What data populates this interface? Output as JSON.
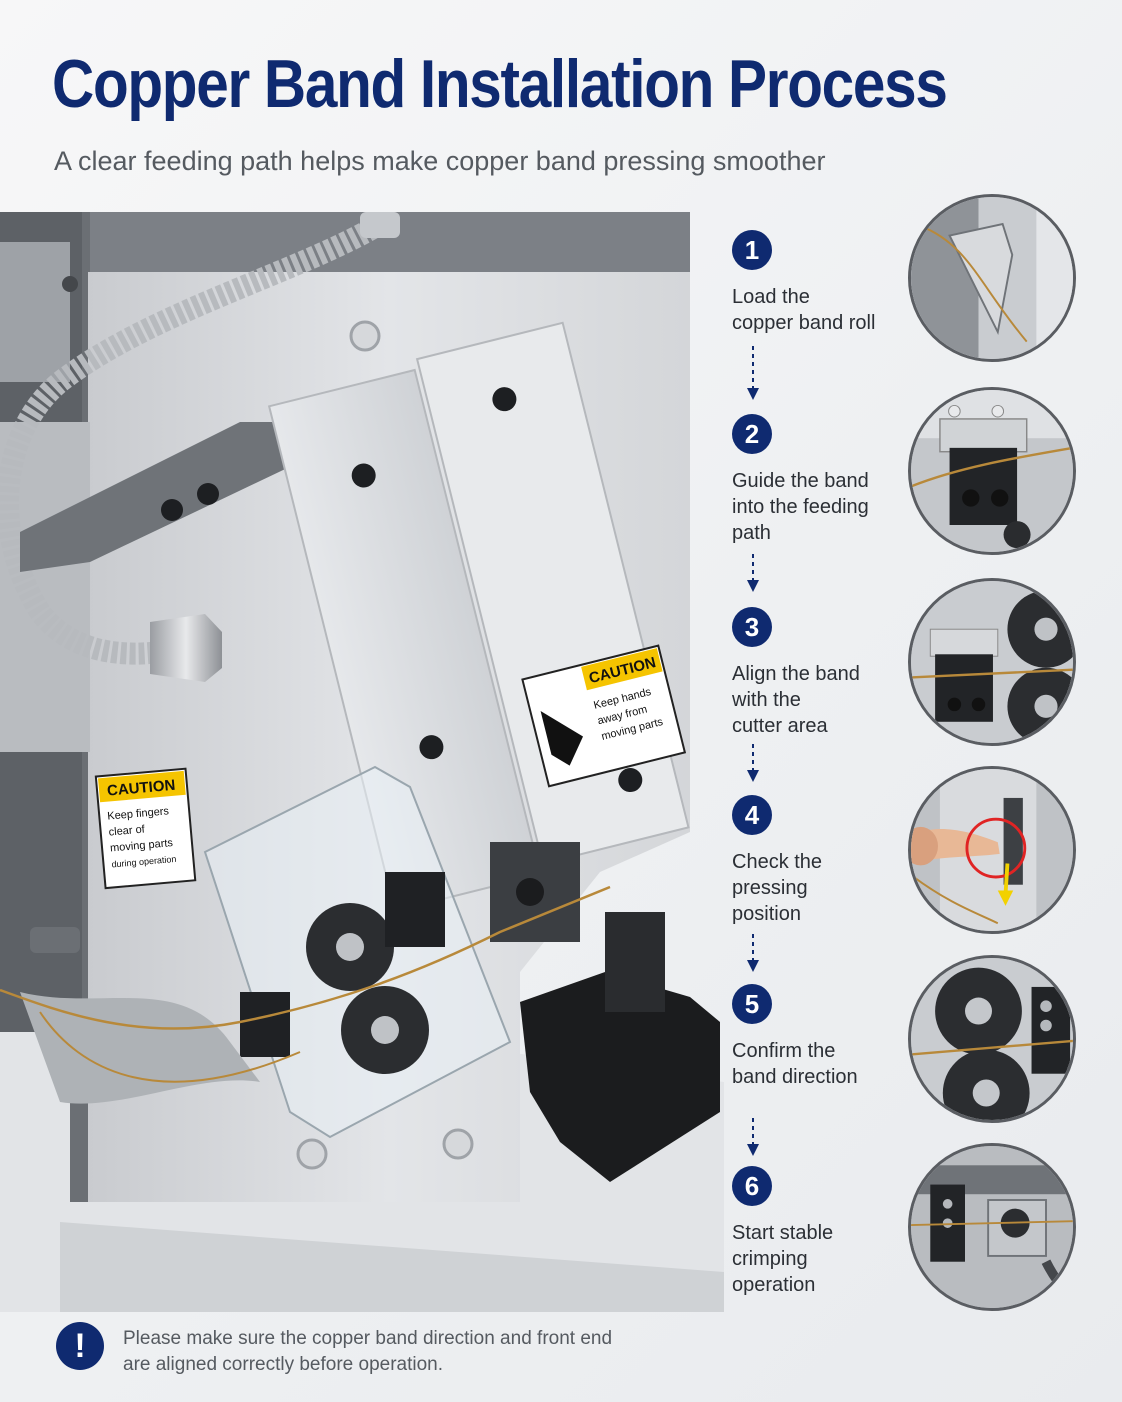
{
  "header": {
    "title": "Copper Band Installation Process",
    "subtitle": "A clear feeding path helps make copper band pressing smoother"
  },
  "machine": {
    "caution_left": {
      "heading": "CAUTION",
      "text": [
        "Keep fingers",
        "clear of",
        "moving parts",
        "during operation"
      ]
    },
    "caution_right": {
      "heading": "CAUTION",
      "text": [
        "Keep hands",
        "away from",
        "moving parts"
      ]
    }
  },
  "steps": [
    {
      "number": "1",
      "lines": [
        "Load the",
        "copper band roll"
      ],
      "thumb_icon": "cutter-blade-closeup"
    },
    {
      "number": "2",
      "lines": [
        "Guide the band",
        "into the feeding",
        "path"
      ],
      "thumb_icon": "feeding-guide-closeup"
    },
    {
      "number": "3",
      "lines": [
        "Align the band",
        "with the",
        "cutter area"
      ],
      "thumb_icon": "cutter-alignment-closeup"
    },
    {
      "number": "4",
      "lines": [
        "Check the",
        "pressing",
        "position"
      ],
      "thumb_icon": "pressing-position-closeup"
    },
    {
      "number": "5",
      "lines": [
        "Confirm the",
        "band direction"
      ],
      "thumb_icon": "roller-direction-closeup"
    },
    {
      "number": "6",
      "lines": [
        "Start stable",
        "crimping",
        "operation"
      ],
      "thumb_icon": "crimping-closeup"
    }
  ],
  "note": {
    "icon": "exclamation-icon",
    "text": "Please make sure the copper band direction and front end are aligned correctly before operation."
  },
  "colors": {
    "navy": "#0f2a70",
    "caution_yellow": "#f5c400",
    "copper": "#b8893a",
    "red_marker": "#e02424",
    "yellow_arrow": "#f2d100"
  }
}
